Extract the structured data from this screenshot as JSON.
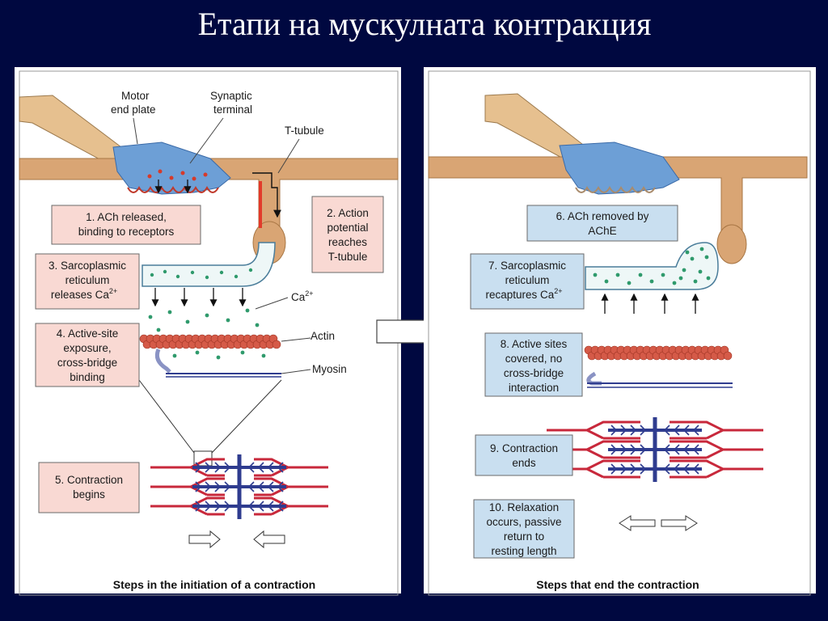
{
  "title": "Етапи на мускулната контракция",
  "colors": {
    "background": "#000840",
    "pink_box": "#f9d9d3",
    "blue_box": "#c9dff0",
    "sarcolemma": "#d9a574",
    "terminal": "#6d9fd6",
    "actin": "#d55a48",
    "myosin": "#2f3c8f",
    "calcium": "#2f9a6c"
  },
  "left_panel": {
    "caption": "Steps in the initiation of a contraction",
    "labels": {
      "motor_end_plate": [
        "Motor",
        "end plate"
      ],
      "synaptic_terminal": [
        "Synaptic",
        "terminal"
      ],
      "t_tubule": "T-tubule",
      "calcium": "Ca",
      "calcium_sup": "2+",
      "actin": "Actin",
      "myosin": "Myosin"
    },
    "steps": [
      {
        "lines": [
          "1. ACh released,",
          "binding to receptors"
        ]
      },
      {
        "lines": [
          "2. Action",
          "potential",
          "reaches",
          "T-tubule"
        ]
      },
      {
        "lines": [
          "3. Sarcoplasmic",
          "reticulum",
          "releases Ca"
        ],
        "sup": "2+"
      },
      {
        "lines": [
          "4. Active-site",
          "exposure,",
          "cross-bridge",
          "binding"
        ]
      },
      {
        "lines": [
          "5. Contraction",
          "begins"
        ]
      }
    ]
  },
  "right_panel": {
    "caption": "Steps that end the contraction",
    "steps": [
      {
        "lines": [
          "6. ACh removed by",
          "AChE"
        ]
      },
      {
        "lines": [
          "7. Sarcoplasmic",
          "reticulum",
          "recaptures Ca"
        ],
        "sup": "2+"
      },
      {
        "lines": [
          "8. Active sites",
          "covered, no",
          "cross-bridge",
          "interaction"
        ]
      },
      {
        "lines": [
          "9. Contraction",
          "ends"
        ]
      },
      {
        "lines": [
          "10. Relaxation",
          "occurs, passive",
          "return to",
          "resting length"
        ]
      }
    ]
  }
}
